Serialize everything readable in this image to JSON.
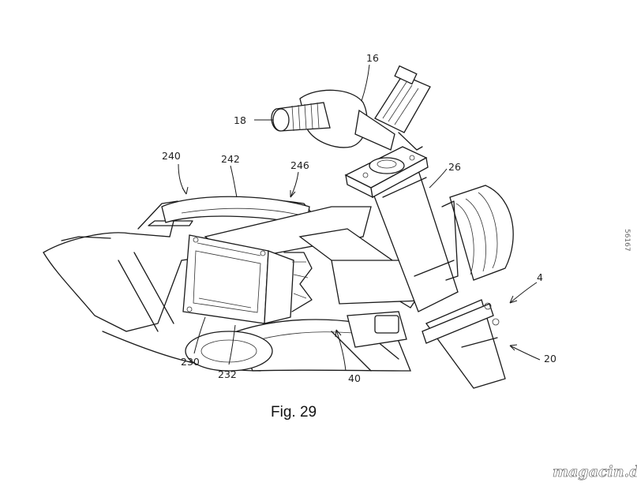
{
  "figure": {
    "caption": "Fig. 29"
  },
  "labels": {
    "l16": "16",
    "l18": "18",
    "l240": "240",
    "l242": "242",
    "l246": "246",
    "l26": "26",
    "l4": "4",
    "l20": "20",
    "l230": "230",
    "l232": "232",
    "l40": "40"
  },
  "margin_text": "56167",
  "watermark": "magacin.dk",
  "colors": {
    "ink": "#1a1a1a",
    "paper": "#ffffff"
  }
}
